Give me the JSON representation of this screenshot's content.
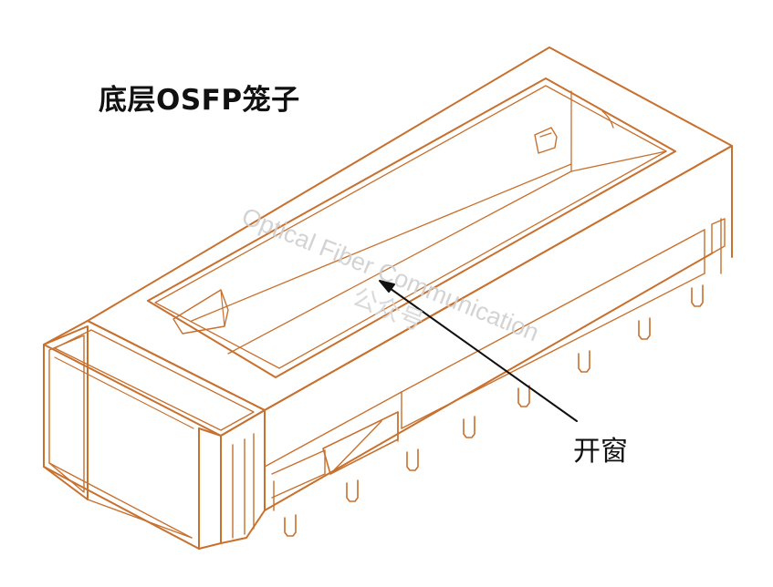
{
  "title": "底层OSFP笼子",
  "callout_label": "开窗",
  "watermark": {
    "text_en": "Optical Fiber Communication",
    "text_cn": "公众号"
  },
  "colors": {
    "outline": "#c8702e",
    "text": "#111111",
    "arrow": "#111111",
    "watermark": "#cfcfcf",
    "background": "#ffffff"
  }
}
